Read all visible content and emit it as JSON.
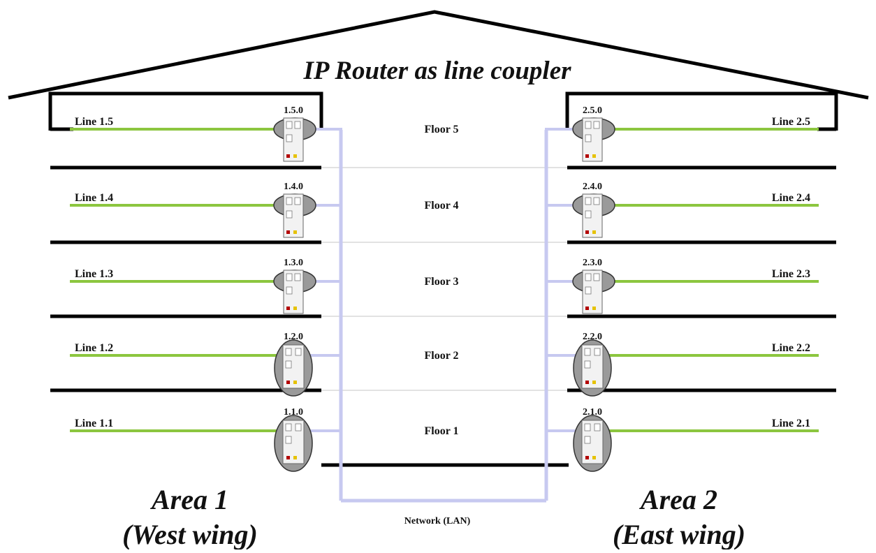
{
  "title": "IP Router as line coupler",
  "network_label": "Network (LAN)",
  "colors": {
    "line_green": "#8cc63f",
    "lan_lavender": "#c7c9f0",
    "structure_black": "#000000",
    "floor_divider_gray": "#d8d8d8",
    "device_oval": "#9a9a9a"
  },
  "floors": [
    "Floor 5",
    "Floor 4",
    "Floor 3",
    "Floor 2",
    "Floor 1"
  ],
  "west": {
    "area": "Area 1",
    "wing": "(West wing)",
    "lines": [
      {
        "line": "Line 1.5",
        "address": "1.5.0"
      },
      {
        "line": "Line 1.4",
        "address": "1.4.0"
      },
      {
        "line": "Line 1.3",
        "address": "1.3.0"
      },
      {
        "line": "Line 1.2",
        "address": "1.2.0"
      },
      {
        "line": "Line 1.1",
        "address": "1.1.0"
      }
    ]
  },
  "east": {
    "area": "Area 2",
    "wing": "(East wing)",
    "lines": [
      {
        "line": "Line 2.5",
        "address": "2.5.0"
      },
      {
        "line": "Line 2.4",
        "address": "2.4.0"
      },
      {
        "line": "Line 2.3",
        "address": "2.3.0"
      },
      {
        "line": "Line 2.2",
        "address": "2.2.0"
      },
      {
        "line": "Line 2.1",
        "address": "2.1.0"
      }
    ]
  },
  "device_icon": "ip-router-device-icon"
}
